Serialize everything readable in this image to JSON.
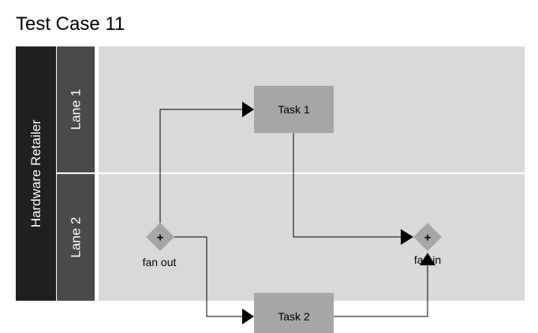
{
  "title": "Test Case 11",
  "pool": {
    "label": "Hardware Retailer"
  },
  "lanes": [
    {
      "label": "Lane 1"
    },
    {
      "label": "Lane 2"
    }
  ],
  "tasks": [
    {
      "label": "Task 1"
    },
    {
      "label": "Task 2"
    }
  ],
  "gateways": [
    {
      "type": "parallel",
      "symbol": "+",
      "label": "fan out"
    },
    {
      "type": "parallel",
      "symbol": "+",
      "label": "fan in"
    }
  ],
  "colors": {
    "pool_header": "#1f1f1f",
    "lane_header": "#4a4a4a",
    "lane_body": "#d9d9d9",
    "task_fill": "#a6a6a6",
    "gateway_fill": "#a6a6a6",
    "line": "#000000",
    "header_text": "#ffffff"
  }
}
